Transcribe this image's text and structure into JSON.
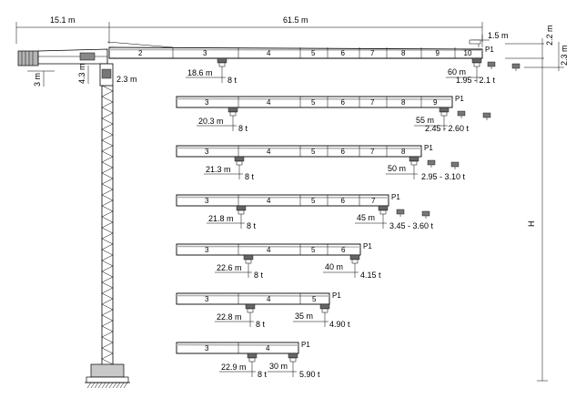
{
  "dimensions": {
    "counter_jib": "15.1 m",
    "jib_length": "61.5 m",
    "tip_offset": "1.5 m",
    "height_a": "2.2 m",
    "height_b": "2.3 m",
    "cab_height": "3 m",
    "mast_top": "4.3 m",
    "pivot_offset": "2.3 m",
    "height_under_hook": "H"
  },
  "tip_label": "P1",
  "configs": [
    {
      "segments": [
        "2",
        "3",
        "4",
        "5",
        "6",
        "7",
        "8",
        "9",
        "10"
      ],
      "min_radius": "18.6 m",
      "max_load": "8 t",
      "max_radius": "60 m",
      "tip_load": "1.95 - 2.1 t"
    },
    {
      "segments": [
        "3",
        "4",
        "5",
        "6",
        "7",
        "8",
        "9"
      ],
      "min_radius": "20.3 m",
      "max_load": "8 t",
      "max_radius": "55 m",
      "tip_load": "2.45 - 2.60 t"
    },
    {
      "segments": [
        "3",
        "4",
        "5",
        "6",
        "7",
        "8"
      ],
      "min_radius": "21.3 m",
      "max_load": "8 t",
      "max_radius": "50 m",
      "tip_load": "2.95 - 3.10 t"
    },
    {
      "segments": [
        "3",
        "4",
        "5",
        "6",
        "7"
      ],
      "min_radius": "21.8 m",
      "max_load": "8 t",
      "max_radius": "45 m",
      "tip_load": "3.45 - 3.60 t"
    },
    {
      "segments": [
        "3",
        "4",
        "5",
        "6"
      ],
      "min_radius": "22.6 m",
      "max_load": "8 t",
      "max_radius": "40 m",
      "tip_load": "4.15 t"
    },
    {
      "segments": [
        "3",
        "4",
        "5"
      ],
      "min_radius": "22.8 m",
      "max_load": "8 t",
      "max_radius": "35 m",
      "tip_load": "4.90 t"
    },
    {
      "segments": [
        "3",
        "4"
      ],
      "min_radius": "22.9 m",
      "max_load": "8 t",
      "max_radius": "30 m",
      "tip_load": "5.90 t"
    }
  ]
}
